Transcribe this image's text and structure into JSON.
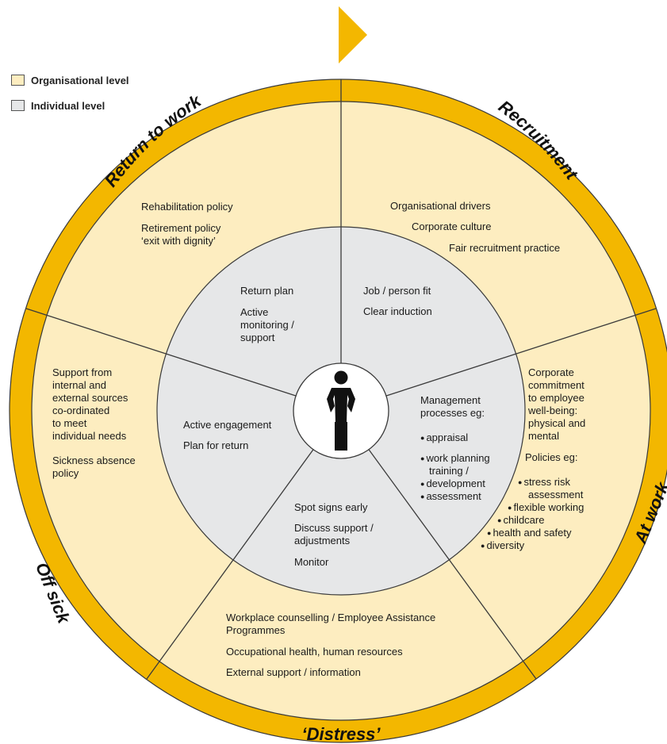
{
  "colors": {
    "ring": "#f3b700",
    "org": "#fdedc0",
    "ind": "#e6e7e8",
    "lines": "#3a3a3a"
  },
  "legend": [
    {
      "label": "Organisational level",
      "color": "#fdedc0"
    },
    {
      "label": "Individual level",
      "color": "#e6e7e8"
    }
  ],
  "sections": {
    "recruitment": "Recruitment",
    "at_work": "At work",
    "distress": "‘Distress’",
    "off_sick": "Off sick",
    "return_to_work": "Return to work"
  },
  "outer": {
    "recruitment": [
      "Organisational drivers",
      "Corporate culture",
      "Fair recruitment practice"
    ],
    "at_work": {
      "commitment": [
        "Corporate",
        "commitment",
        "to employee",
        "well-being:",
        "physical and",
        "mental"
      ],
      "policies_title": "Policies eg:",
      "policies": [
        "stress risk",
        "assessment",
        "flexible working",
        "childcare",
        "health and safety",
        "diversity"
      ]
    },
    "distress": [
      "Workplace counselling / Employee Assistance",
      "Programmes",
      "Occupational health, human resources",
      "External support / information"
    ],
    "off_sick": [
      "Support from",
      "internal and",
      "external sources",
      "co-ordinated",
      "to meet",
      "individual needs",
      "Sickness absence",
      "policy"
    ],
    "return_to_work": [
      "Rehabilitation policy",
      "Retirement policy",
      "‘exit with dignity’"
    ]
  },
  "inner": {
    "recruitment": [
      "Job / person fit",
      "Clear induction"
    ],
    "at_work": {
      "title": [
        "Management",
        "processes eg:"
      ],
      "items": [
        "appraisal",
        "work planning",
        "training /",
        "development",
        "assessment"
      ]
    },
    "distress": [
      "Spot signs early",
      "Discuss support /",
      "adjustments",
      "Monitor"
    ],
    "off_sick": [
      "Active engagement",
      "Plan for return"
    ],
    "return_to_work": [
      "Return plan",
      "Active",
      "monitoring /",
      "support"
    ]
  },
  "icons": {
    "center": "person-icon",
    "direction": "arrow-right-icon"
  }
}
